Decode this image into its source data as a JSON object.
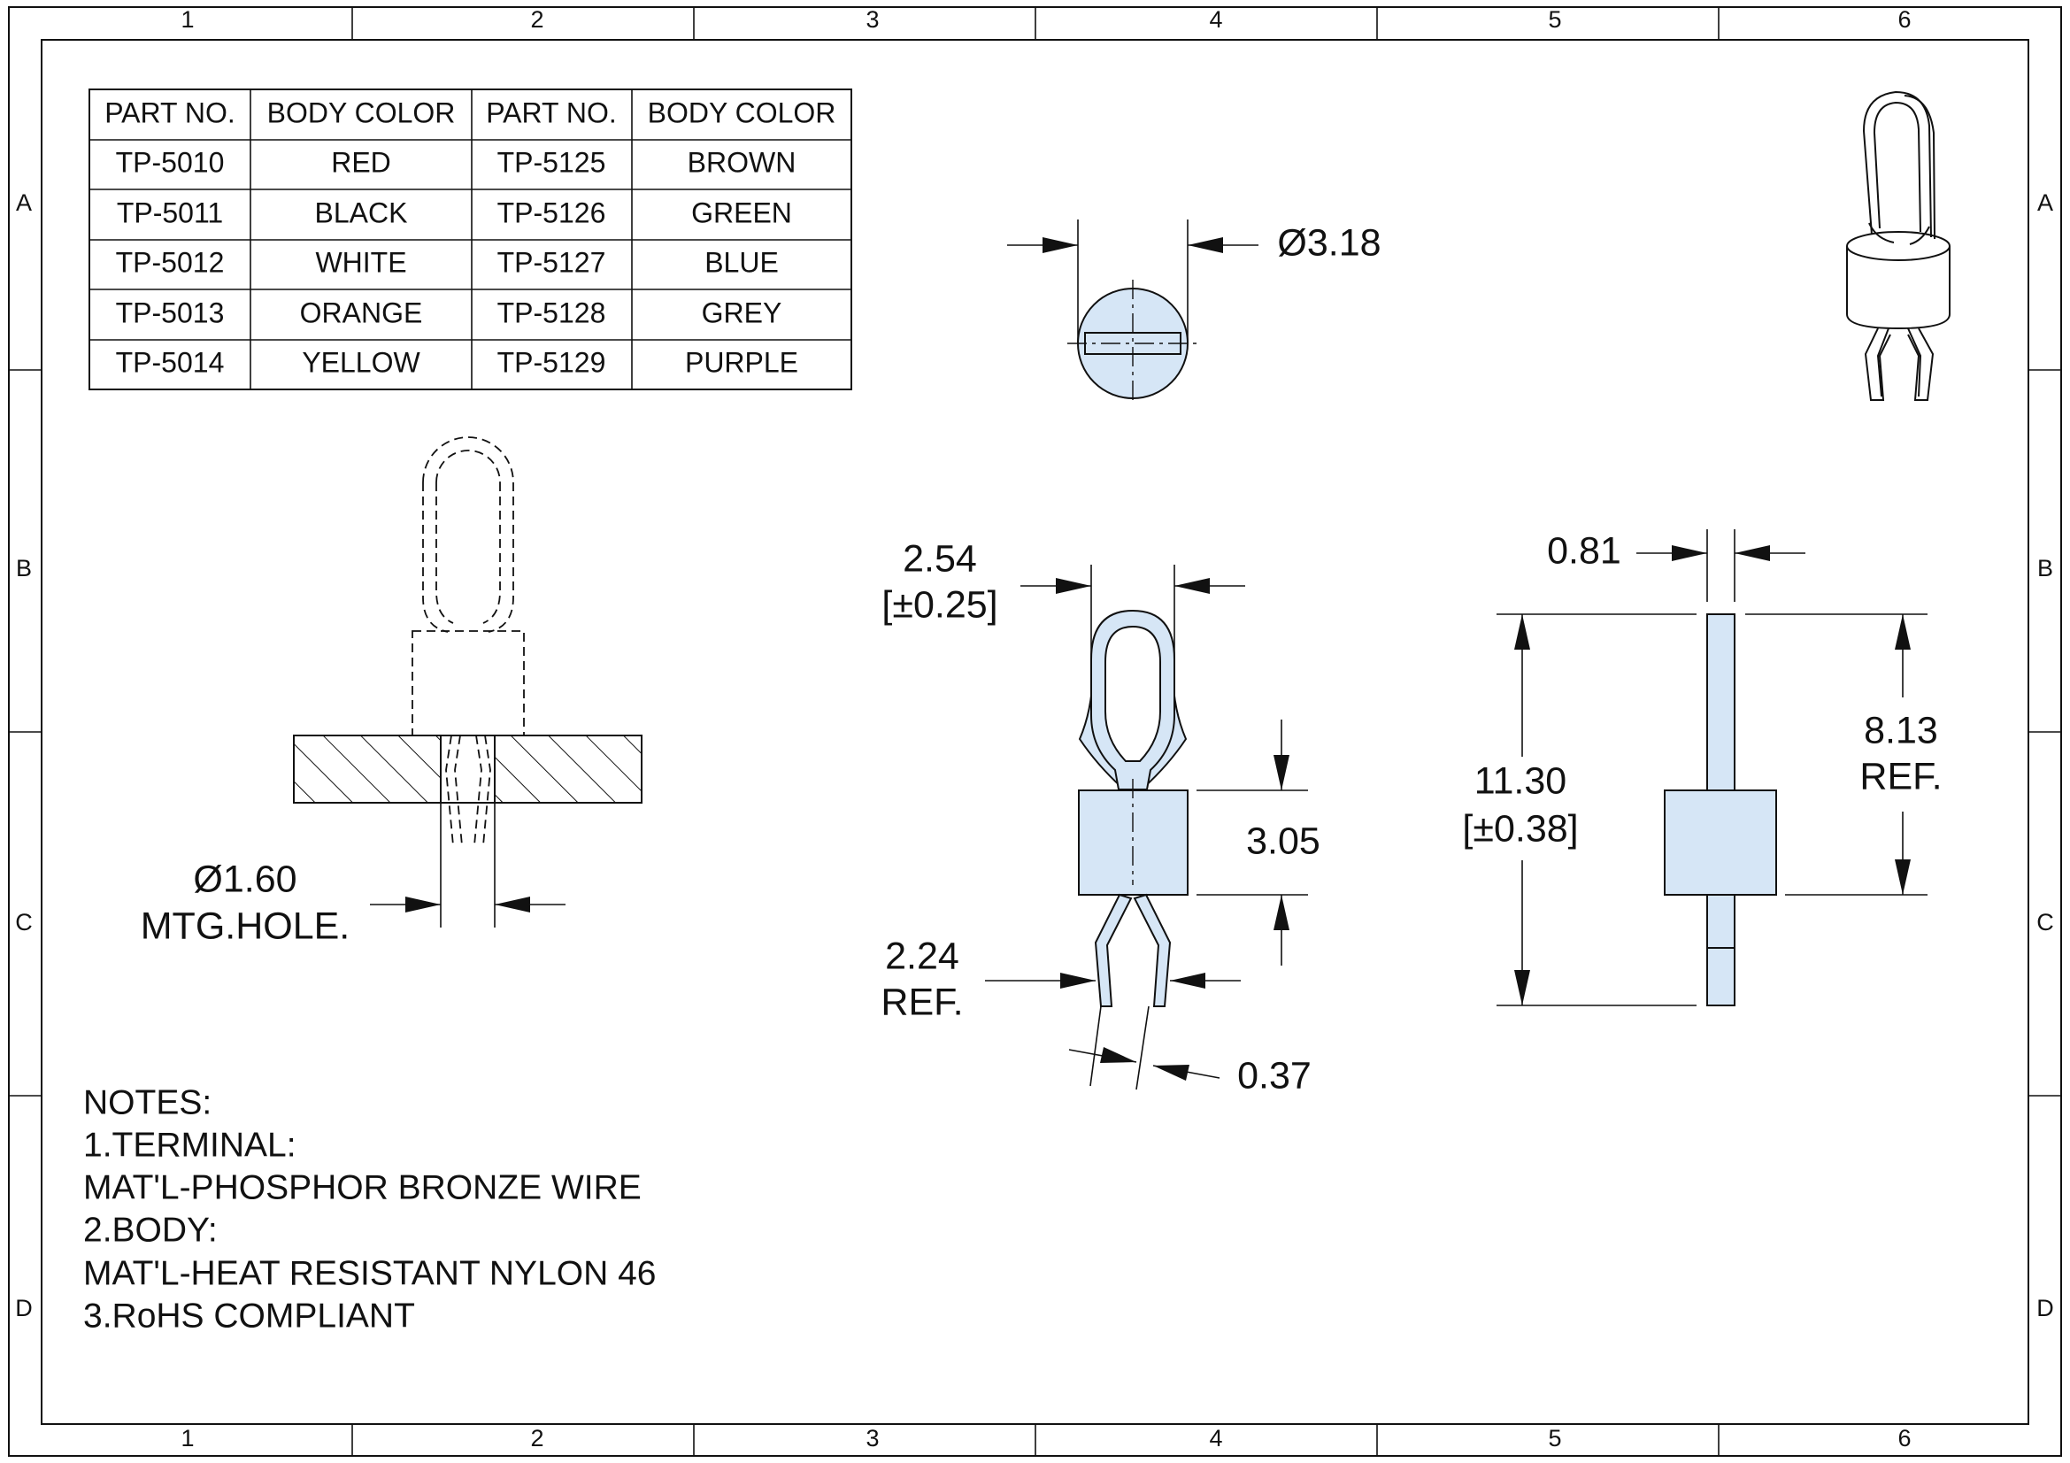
{
  "zones": {
    "columns": [
      "1",
      "2",
      "3",
      "4",
      "5",
      "6"
    ],
    "rows": [
      "A",
      "B",
      "C",
      "D"
    ]
  },
  "table": {
    "headers": [
      "PART NO.",
      "BODY COLOR",
      "PART NO.",
      "BODY COLOR"
    ],
    "rows": [
      [
        "TP-5010",
        "RED",
        "TP-5125",
        "BROWN"
      ],
      [
        "TP-5011",
        "BLACK",
        "TP-5126",
        "GREEN"
      ],
      [
        "TP-5012",
        "WHITE",
        "TP-5127",
        "BLUE"
      ],
      [
        "TP-5013",
        "ORANGE",
        "TP-5128",
        "GREY"
      ],
      [
        "TP-5014",
        "YELLOW",
        "TP-5129",
        "PURPLE"
      ]
    ]
  },
  "dimensions": {
    "top_diameter": "Ø3.18",
    "loop_width": "2.54",
    "loop_width_tol": "[±0.25]",
    "body_height": "3.05",
    "leg_spread": "2.24",
    "leg_spread_ref": "REF.",
    "wire_diameter": "0.37",
    "mtg_hole": "Ø1.60",
    "mtg_hole_label": "MTG.HOLE.",
    "wire_width": "0.81",
    "overall_length": "11.30",
    "overall_length_tol": "[±0.38]",
    "loop_length": "8.13",
    "loop_length_ref": "REF."
  },
  "notes": [
    "NOTES:",
    "1.TERMINAL:",
    "MAT'L-PHOSPHOR BRONZE WIRE",
    "2.BODY:",
    "MAT'L-HEAT RESISTANT NYLON 46",
    "3.RoHS COMPLIANT"
  ],
  "colors": {
    "line": "#111111",
    "body_fill": "#d6e6f6",
    "background": "#ffffff"
  }
}
